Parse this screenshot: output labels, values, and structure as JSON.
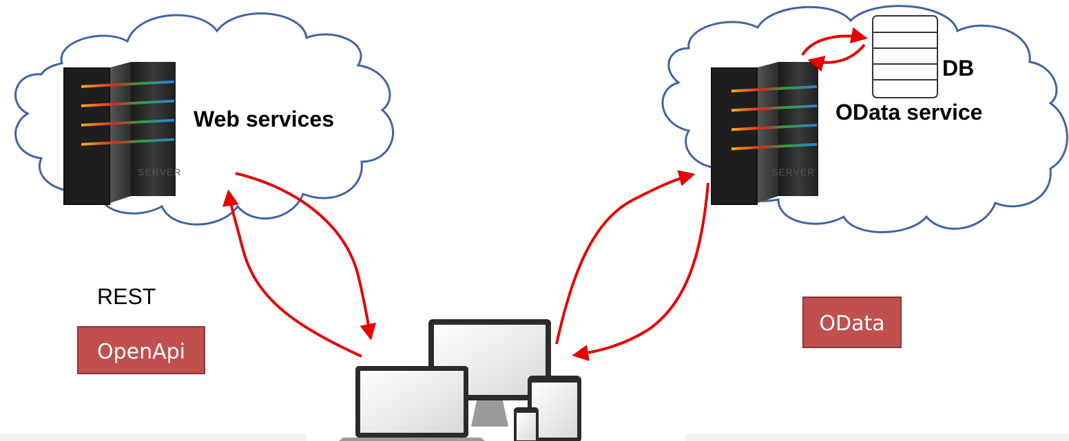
{
  "labels": {
    "left_cloud": "Web services",
    "right_cloud": "OData service",
    "db": "DB",
    "rest": "REST"
  },
  "badges": {
    "left": "OpenApi",
    "right": "OData"
  },
  "server_plate_text": "SERVER",
  "colors": {
    "cloud_stroke": "#3f63a6",
    "arrow": "#e60000",
    "badge_fill": "#c0504d",
    "badge_border": "#8c3330",
    "server_body": "#2a2a2a"
  },
  "icons": {
    "server": "server-icon",
    "database": "database-icon",
    "devices": "devices-icon",
    "cloud": "cloud-icon"
  }
}
